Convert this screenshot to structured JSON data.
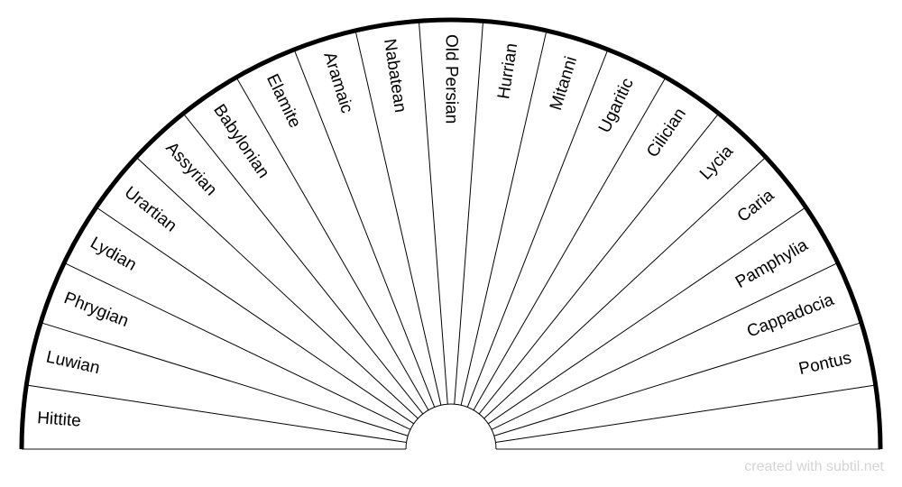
{
  "chart_data": {
    "type": "radial-fan",
    "segment_count": 21,
    "labels": [
      "Hittite",
      "Luwian",
      "Phrygian",
      "Lydian",
      "Urartian",
      "Assyrian",
      "Babylonian",
      "Elamite",
      "Aramaic",
      "Nabatean",
      "Old Persian",
      "Hurrian",
      "Mitanni",
      "Ugaritic",
      "Cilician",
      "Lycia",
      "Caria",
      "Pamphylia",
      "Cappadocia",
      "Pontus"
    ],
    "colors": {
      "arc": "#000000",
      "spoke": "#000000",
      "watermark": "#d4d4d4"
    }
  },
  "watermark": "created with subtil.net"
}
